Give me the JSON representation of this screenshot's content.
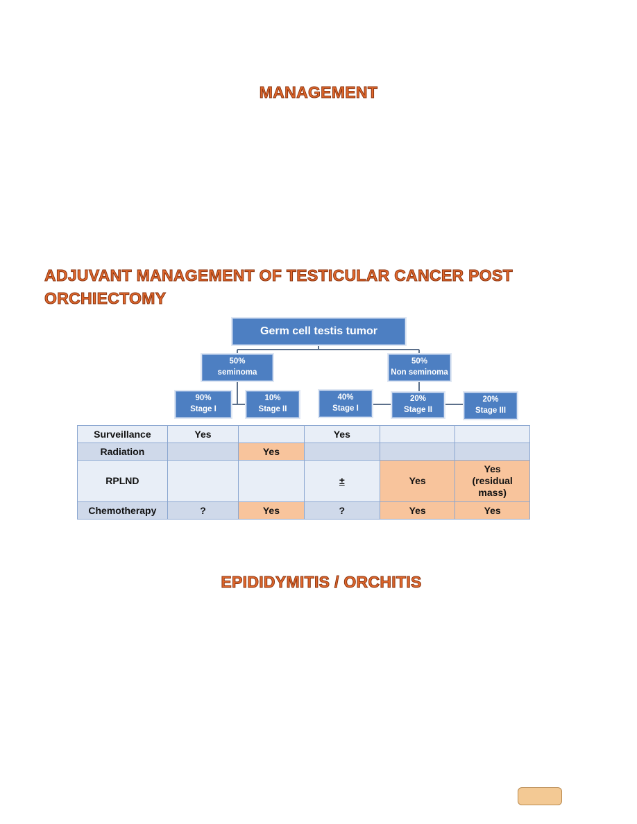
{
  "headings": {
    "management": "MANAGEMENT",
    "adjuvant_line1": "ADJUVANT MANAGEMENT OF TESTICULAR CANCER POST",
    "adjuvant_line2": "ORCHIECTOMY",
    "epididymitis": "EPIDIDYMITIS / ORCHITIS"
  },
  "flowchart": {
    "root": "Germ cell testis tumor",
    "seminoma": {
      "pct": "50%",
      "label": "seminoma"
    },
    "nonseminoma": {
      "pct": "50%",
      "label": "Non seminoma"
    },
    "sem_stage1": {
      "pct": "90%",
      "label": "Stage I"
    },
    "sem_stage2": {
      "pct": "10%",
      "label": "Stage II"
    },
    "ns_stage1": {
      "pct": "40%",
      "label": "Stage I"
    },
    "ns_stage2": {
      "pct": "20%",
      "label": "Stage II"
    },
    "ns_stage3": {
      "pct": "20%",
      "label": "Stage III"
    }
  },
  "table": {
    "rows": [
      {
        "label": "Surveillance",
        "cells": [
          "Yes",
          "",
          "Yes",
          "",
          ""
        ]
      },
      {
        "label": "Radiation",
        "cells": [
          "",
          "Yes",
          "",
          "",
          ""
        ]
      },
      {
        "label": "RPLND",
        "cells": [
          "",
          "",
          "±",
          "Yes",
          "Yes\n(residual\nmass)"
        ]
      },
      {
        "label": "Chemotherapy",
        "cells": [
          "?",
          "Yes",
          "?",
          "Yes",
          "Yes"
        ]
      }
    ]
  },
  "colors": {
    "heading": "#e2692d",
    "box": "#4d7fc2",
    "highlight": "#f8c49c",
    "row_light": "#e8eef7",
    "row_dark": "#cfd9ea"
  }
}
